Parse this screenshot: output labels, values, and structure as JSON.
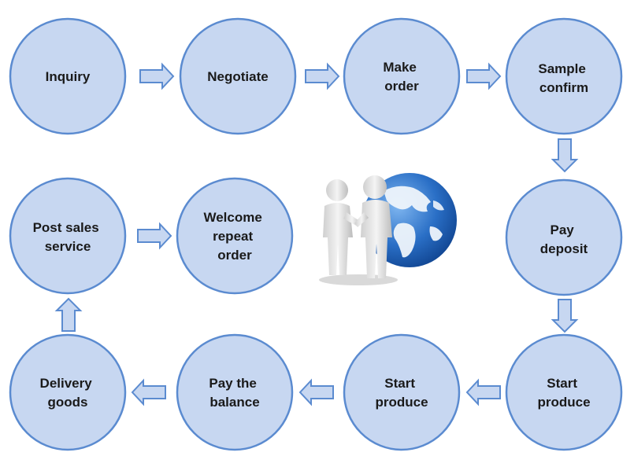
{
  "nodes": [
    {
      "id": "inquiry",
      "lines": [
        "Inquiry"
      ]
    },
    {
      "id": "negotiate",
      "lines": [
        "Negotiate"
      ]
    },
    {
      "id": "make-order",
      "lines": [
        "Make",
        "order"
      ]
    },
    {
      "id": "sample-confirm",
      "lines": [
        "Sample",
        "confirm"
      ]
    },
    {
      "id": "pay-deposit",
      "lines": [
        "Pay",
        "deposit"
      ]
    },
    {
      "id": "start-produce-1",
      "lines": [
        "Start",
        "produce"
      ]
    },
    {
      "id": "start-produce-2",
      "lines": [
        "Start",
        "produce"
      ]
    },
    {
      "id": "pay-balance",
      "lines": [
        "Pay the",
        "balance"
      ]
    },
    {
      "id": "delivery-goods",
      "lines": [
        "Delivery",
        "goods"
      ]
    },
    {
      "id": "post-sales-service",
      "lines": [
        "Post sales",
        "service"
      ]
    },
    {
      "id": "welcome-repeat-order",
      "lines": [
        "Welcome",
        "repeat",
        "order"
      ]
    }
  ],
  "edges": [
    {
      "from": "inquiry",
      "to": "negotiate",
      "direction": "right"
    },
    {
      "from": "negotiate",
      "to": "make-order",
      "direction": "right"
    },
    {
      "from": "make-order",
      "to": "sample-confirm",
      "direction": "right"
    },
    {
      "from": "sample-confirm",
      "to": "pay-deposit",
      "direction": "down"
    },
    {
      "from": "pay-deposit",
      "to": "start-produce-1",
      "direction": "down"
    },
    {
      "from": "start-produce-1",
      "to": "start-produce-2",
      "direction": "left"
    },
    {
      "from": "start-produce-2",
      "to": "pay-balance",
      "direction": "left"
    },
    {
      "from": "pay-balance",
      "to": "delivery-goods",
      "direction": "left"
    },
    {
      "from": "delivery-goods",
      "to": "post-sales-service",
      "direction": "up"
    },
    {
      "from": "post-sales-service",
      "to": "welcome-repeat-order",
      "direction": "right"
    }
  ],
  "illustration": {
    "icon": "handshake-globe-icon"
  },
  "colors": {
    "node_fill": "#c7d7f1",
    "node_stroke": "#5b8bd0",
    "globe": "#1f5fb4"
  }
}
